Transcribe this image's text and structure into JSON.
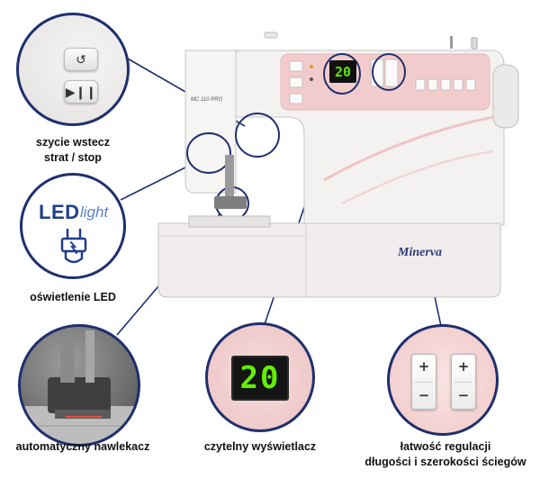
{
  "captions": {
    "reverse_stop": [
      "szycie wstecz",
      "strat / stop"
    ],
    "led": "oświetlenie LED",
    "threader": "automatyczny nawlekacz",
    "display": "czytelny wyświetlacz",
    "adjust": [
      "łatwość regulacji",
      "długości i szerokości ściegów"
    ]
  },
  "led_badge": {
    "word": "LED",
    "suffix": "light"
  },
  "display_value": "20",
  "machine": {
    "brand": "Minerva",
    "model": "MC 110 PRO"
  },
  "adjust_buttons": {
    "plus": "+",
    "minus": "−"
  },
  "colors": {
    "circle_border": "#1f2f6e",
    "display_digits": "#62f000",
    "machine_body": "#f4f1f1",
    "control_panel": "#f2cccc"
  }
}
